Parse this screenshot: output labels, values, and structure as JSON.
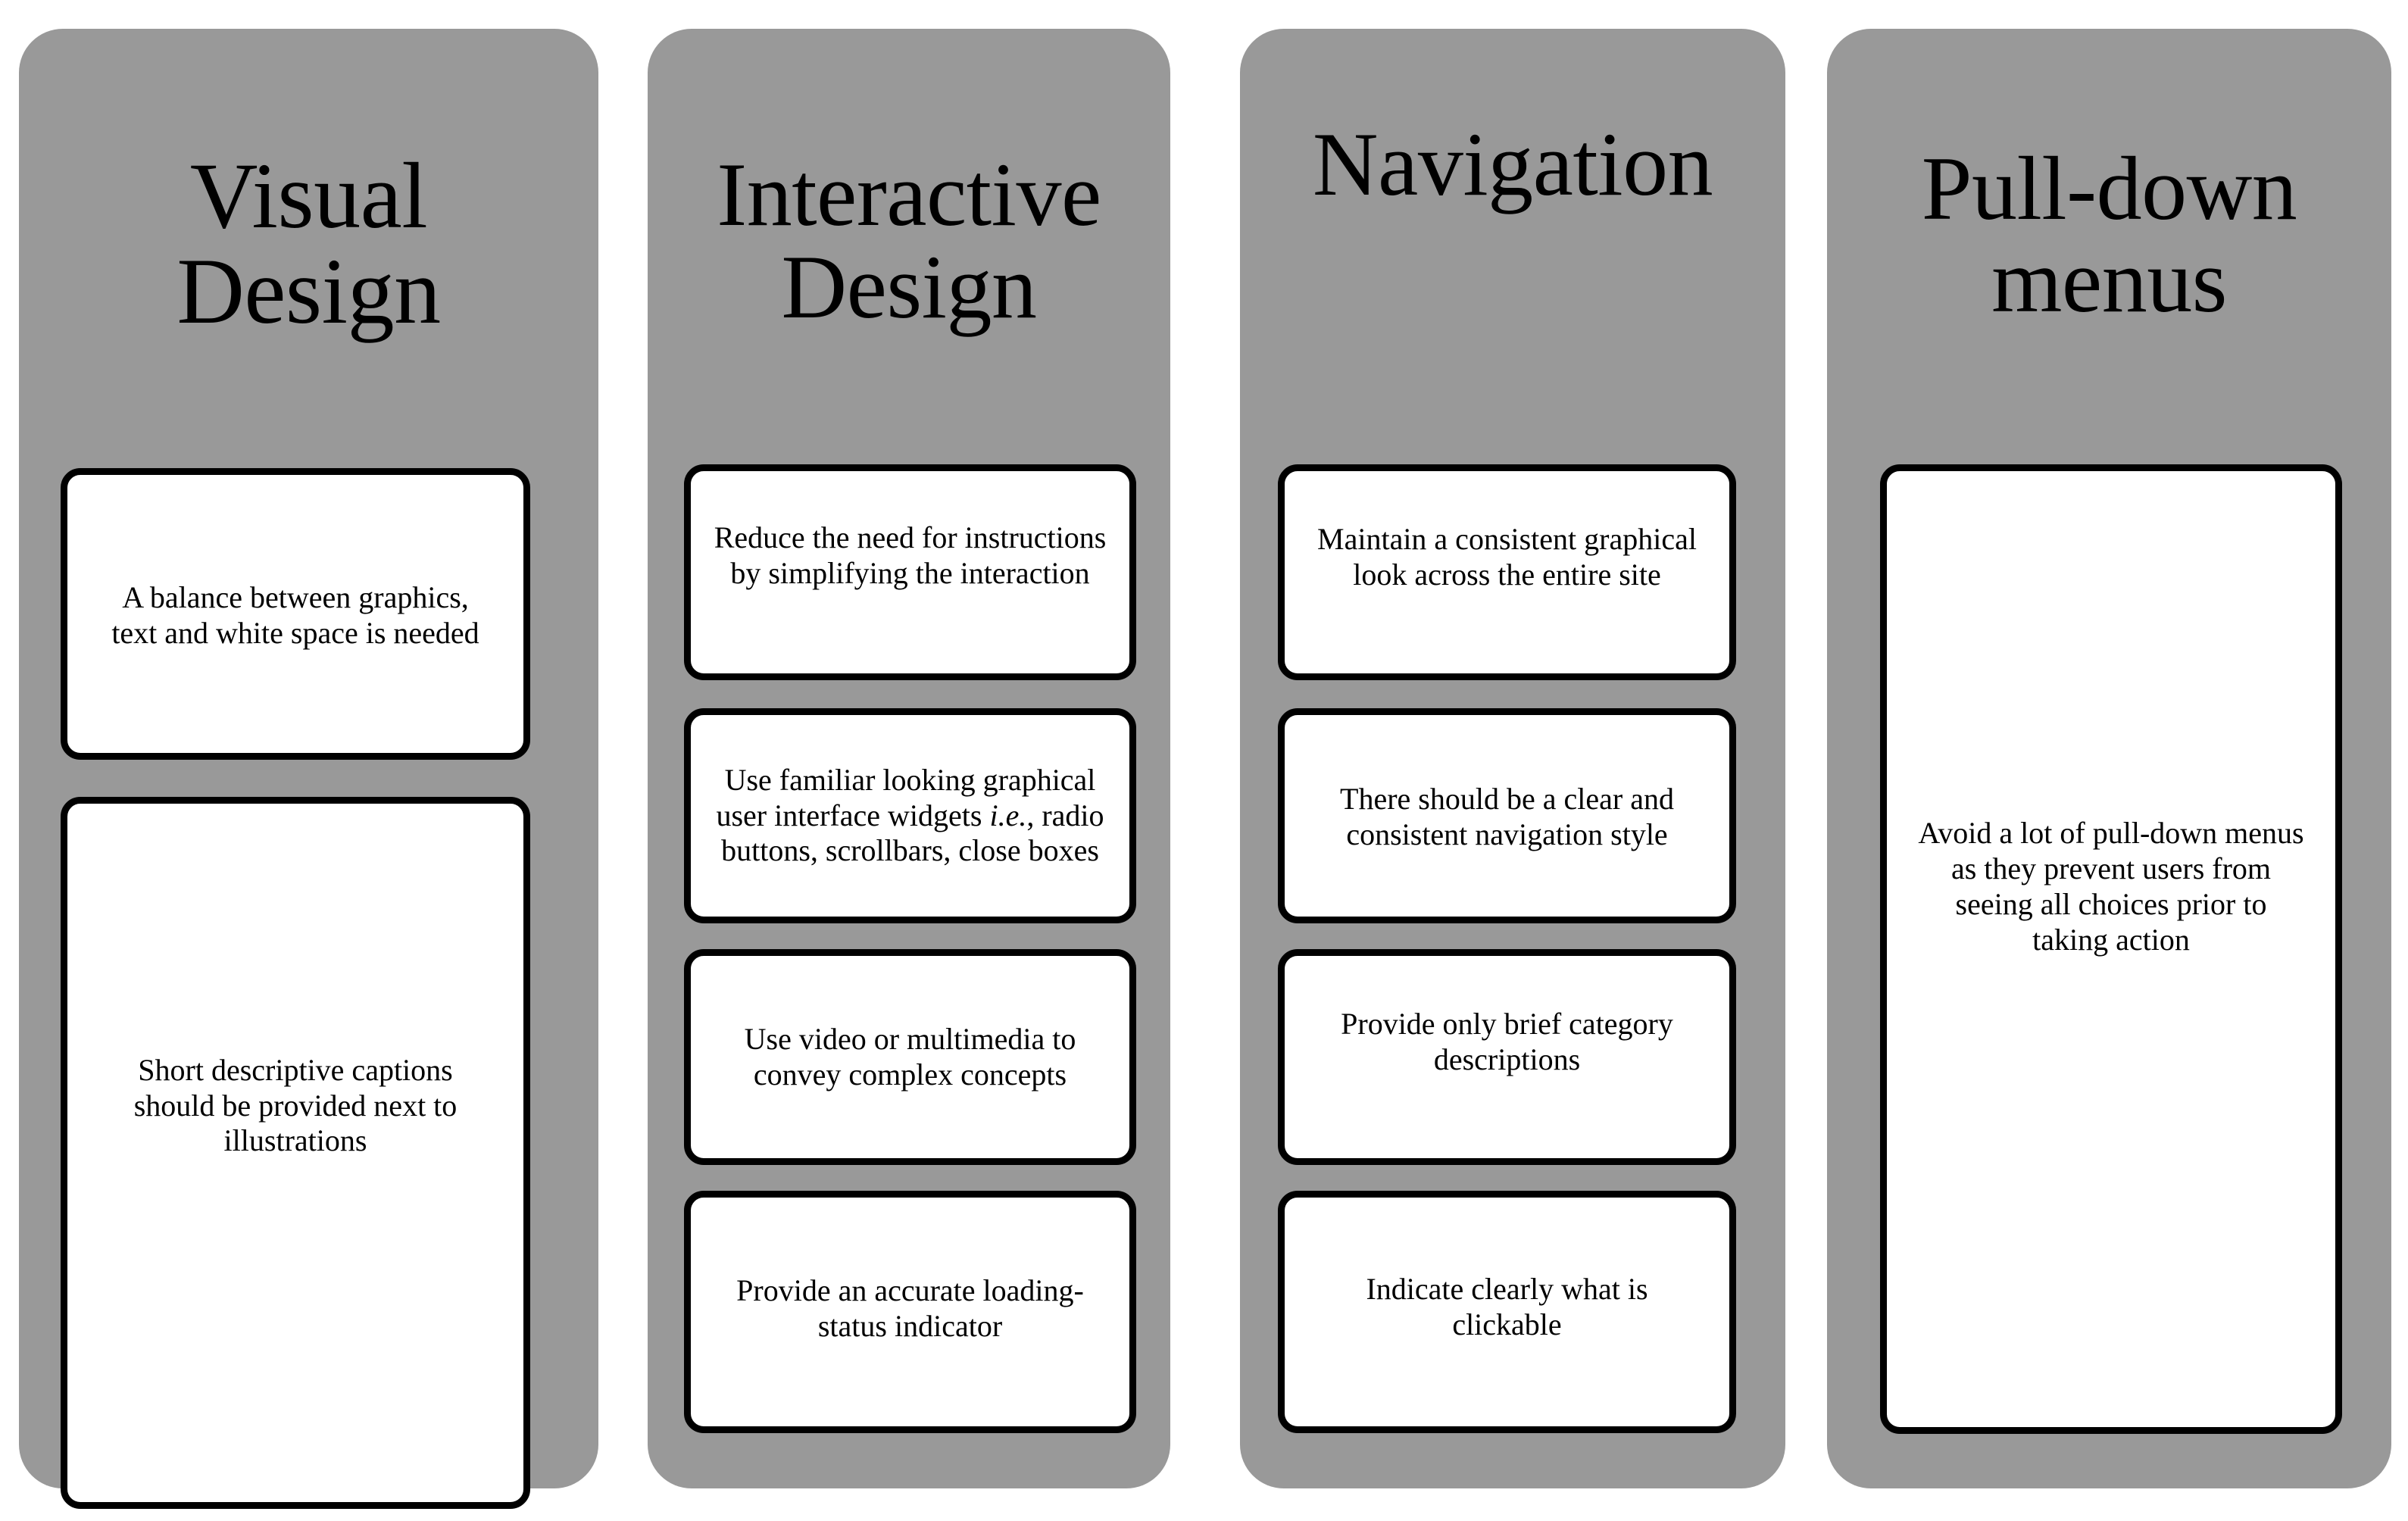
{
  "theme": {
    "panel_color": "#999999",
    "card_fill": "#ffffff",
    "card_border": "#000000",
    "text_color": "#000000",
    "background": "#ffffff"
  },
  "columns": [
    {
      "id": "visual-design",
      "heading": "Visual\nDesign",
      "cards": [
        {
          "id": "balance-graphics-text-whitespace",
          "text": "A balance between graphics,\ntext and white space is needed"
        },
        {
          "id": "short-descriptive-captions",
          "text": "Short descriptive captions\nshould be provided next to\nillustrations"
        }
      ]
    },
    {
      "id": "interactive-design",
      "heading": "Interactive\nDesign",
      "cards": [
        {
          "id": "reduce-need-for-instructions",
          "text": "Reduce the need for instructions\nby simplifying the interaction"
        },
        {
          "id": "familiar-gui-widgets",
          "html": "Use familiar looking graphical<br>user interface widgets <i>i.e.</i>, radio<br>buttons, scrollbars, close boxes",
          "text": "Use familiar looking graphical user interface widgets i.e., radio buttons, scrollbars, close boxes"
        },
        {
          "id": "use-video-multimedia",
          "text": "Use video or multimedia to\nconvey complex concepts"
        },
        {
          "id": "loading-status-indicator",
          "text": "Provide an accurate  loading-\nstatus indicator"
        }
      ]
    },
    {
      "id": "navigation",
      "heading": "Navigation",
      "cards": [
        {
          "id": "consistent-graphical-look",
          "text": "Maintain a consistent graphical\nlook across the entire site"
        },
        {
          "id": "clear-consistent-navigation-style",
          "text": "There should be a clear and\nconsistent navigation style"
        },
        {
          "id": "brief-category-descriptions",
          "text": "Provide only brief category\ndescriptions"
        },
        {
          "id": "indicate-clickable",
          "text": "Indicate clearly  what is\nclickable"
        }
      ]
    },
    {
      "id": "pull-down-menus",
      "heading": "Pull-down\nmenus",
      "cards": [
        {
          "id": "avoid-pull-down-menus",
          "text": "Avoid a lot of pull-down menus\nas they  prevent users from\nseeing all choices prior to\ntaking action"
        }
      ]
    }
  ]
}
